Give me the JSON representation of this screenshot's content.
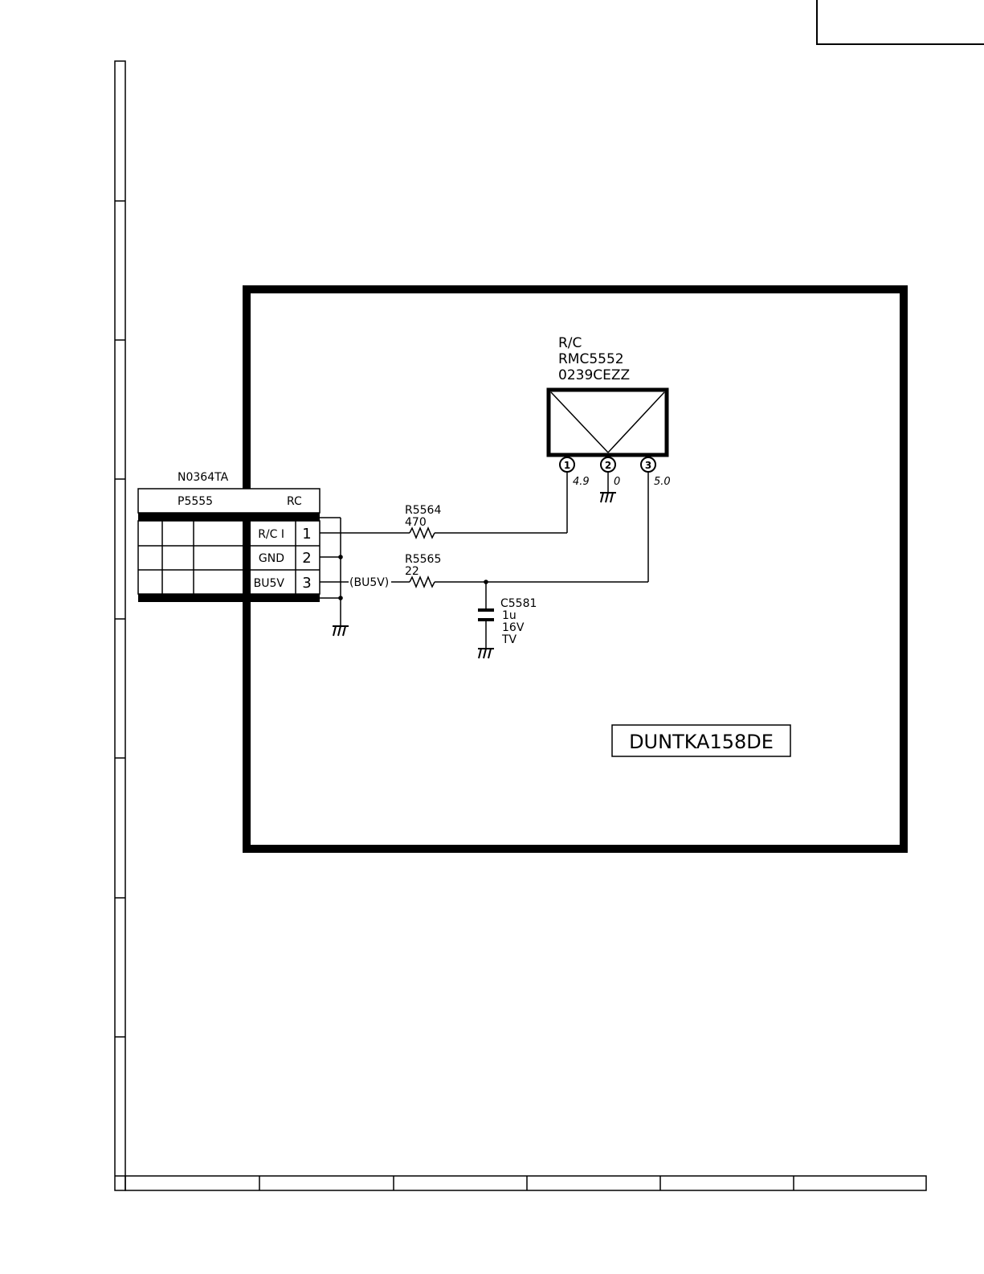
{
  "module": {
    "ic": {
      "name": "R/C",
      "part": "RMC5552",
      "code": "0239CEZZ",
      "pins": [
        "1",
        "2",
        "3"
      ],
      "voltages": [
        "4.9",
        "0",
        "5.0"
      ]
    },
    "connector": {
      "ref": "N0364TA",
      "part": "P5555",
      "type": "RC",
      "rows": [
        {
          "signal": "R/C I",
          "pin": "1"
        },
        {
          "signal": "GND",
          "pin": "2"
        },
        {
          "signal": "BU5V",
          "pin": "3"
        }
      ]
    },
    "resistors": [
      {
        "ref": "R5564",
        "value": "470"
      },
      {
        "ref": "R5565",
        "value": "22"
      }
    ],
    "net_label": "(BU5V)",
    "capacitor": {
      "ref": "C5581",
      "value": "1u",
      "voltage": "16V",
      "type": "TV"
    },
    "board_code": "DUNTKA158DE"
  }
}
